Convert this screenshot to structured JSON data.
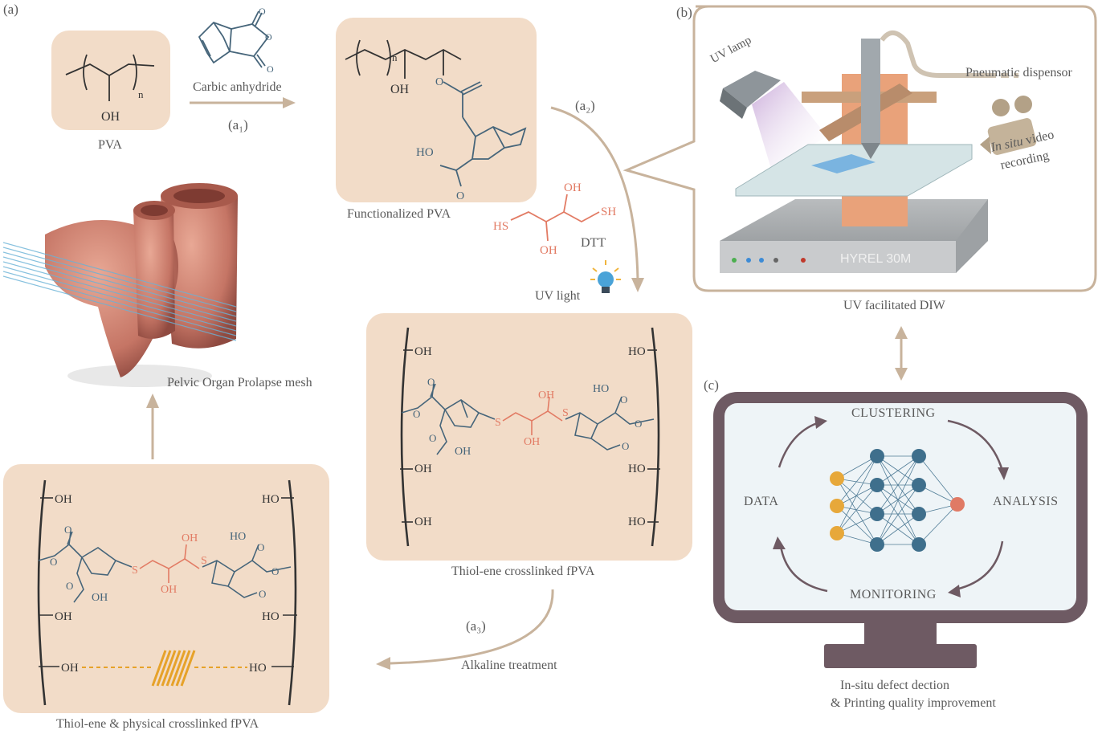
{
  "panel_labels": {
    "a": "(a)",
    "b": "(b)",
    "c": "(c)"
  },
  "steps": {
    "a1": "(a₁)",
    "a2": "(a₂)",
    "a3": "(a₃)"
  },
  "pva": {
    "name": "PVA",
    "oh": "OH",
    "n": "n"
  },
  "carbic": "Carbic anhydride",
  "fpva": {
    "name": "Functionalized PVA",
    "oh": "OH",
    "o": "O",
    "ho": "HO",
    "n": "n"
  },
  "dtt": {
    "name": "DTT",
    "sh": "SH",
    "hs": "HS",
    "oh": "OH"
  },
  "uv_light": "UV light",
  "thiol_ene": {
    "name": "Thiol-ene crosslinked fPVA",
    "oh": "OH",
    "ho": "HO",
    "o": "O",
    "s": "S"
  },
  "alkaline": "Alkaline treatment",
  "physical": {
    "name": "Thiol-ene & physical crosslinked fPVA",
    "oh": "OH",
    "ho": "HO",
    "o": "O",
    "s": "S"
  },
  "mesh": "Pelvic Organ Prolapse mesh",
  "printer": {
    "uv_lamp": "UV lamp",
    "dispensor": "Pneumatic dispensor",
    "video_italic": "In situ",
    "video_rest": "video",
    "recording": "recording",
    "brand": "HYREL 30M",
    "caption": "UV facilitated DIW"
  },
  "monitor": {
    "clustering": "CLUSTERING",
    "analysis": "ANALYSIS",
    "monitoring": "MONITORING",
    "data": "DATA",
    "caption1": "In-situ defect dection",
    "caption2": "& Printing quality improvement"
  },
  "colors": {
    "panel": "#f2dcc8",
    "arrow": "#c8b39c",
    "chem_blue": "#46657a",
    "chem_red": "#e27b64",
    "node_blue": "#3f6f8c",
    "node_yellow": "#e7a83a",
    "node_red": "#e07a65",
    "monitor": "#6e5a63"
  }
}
